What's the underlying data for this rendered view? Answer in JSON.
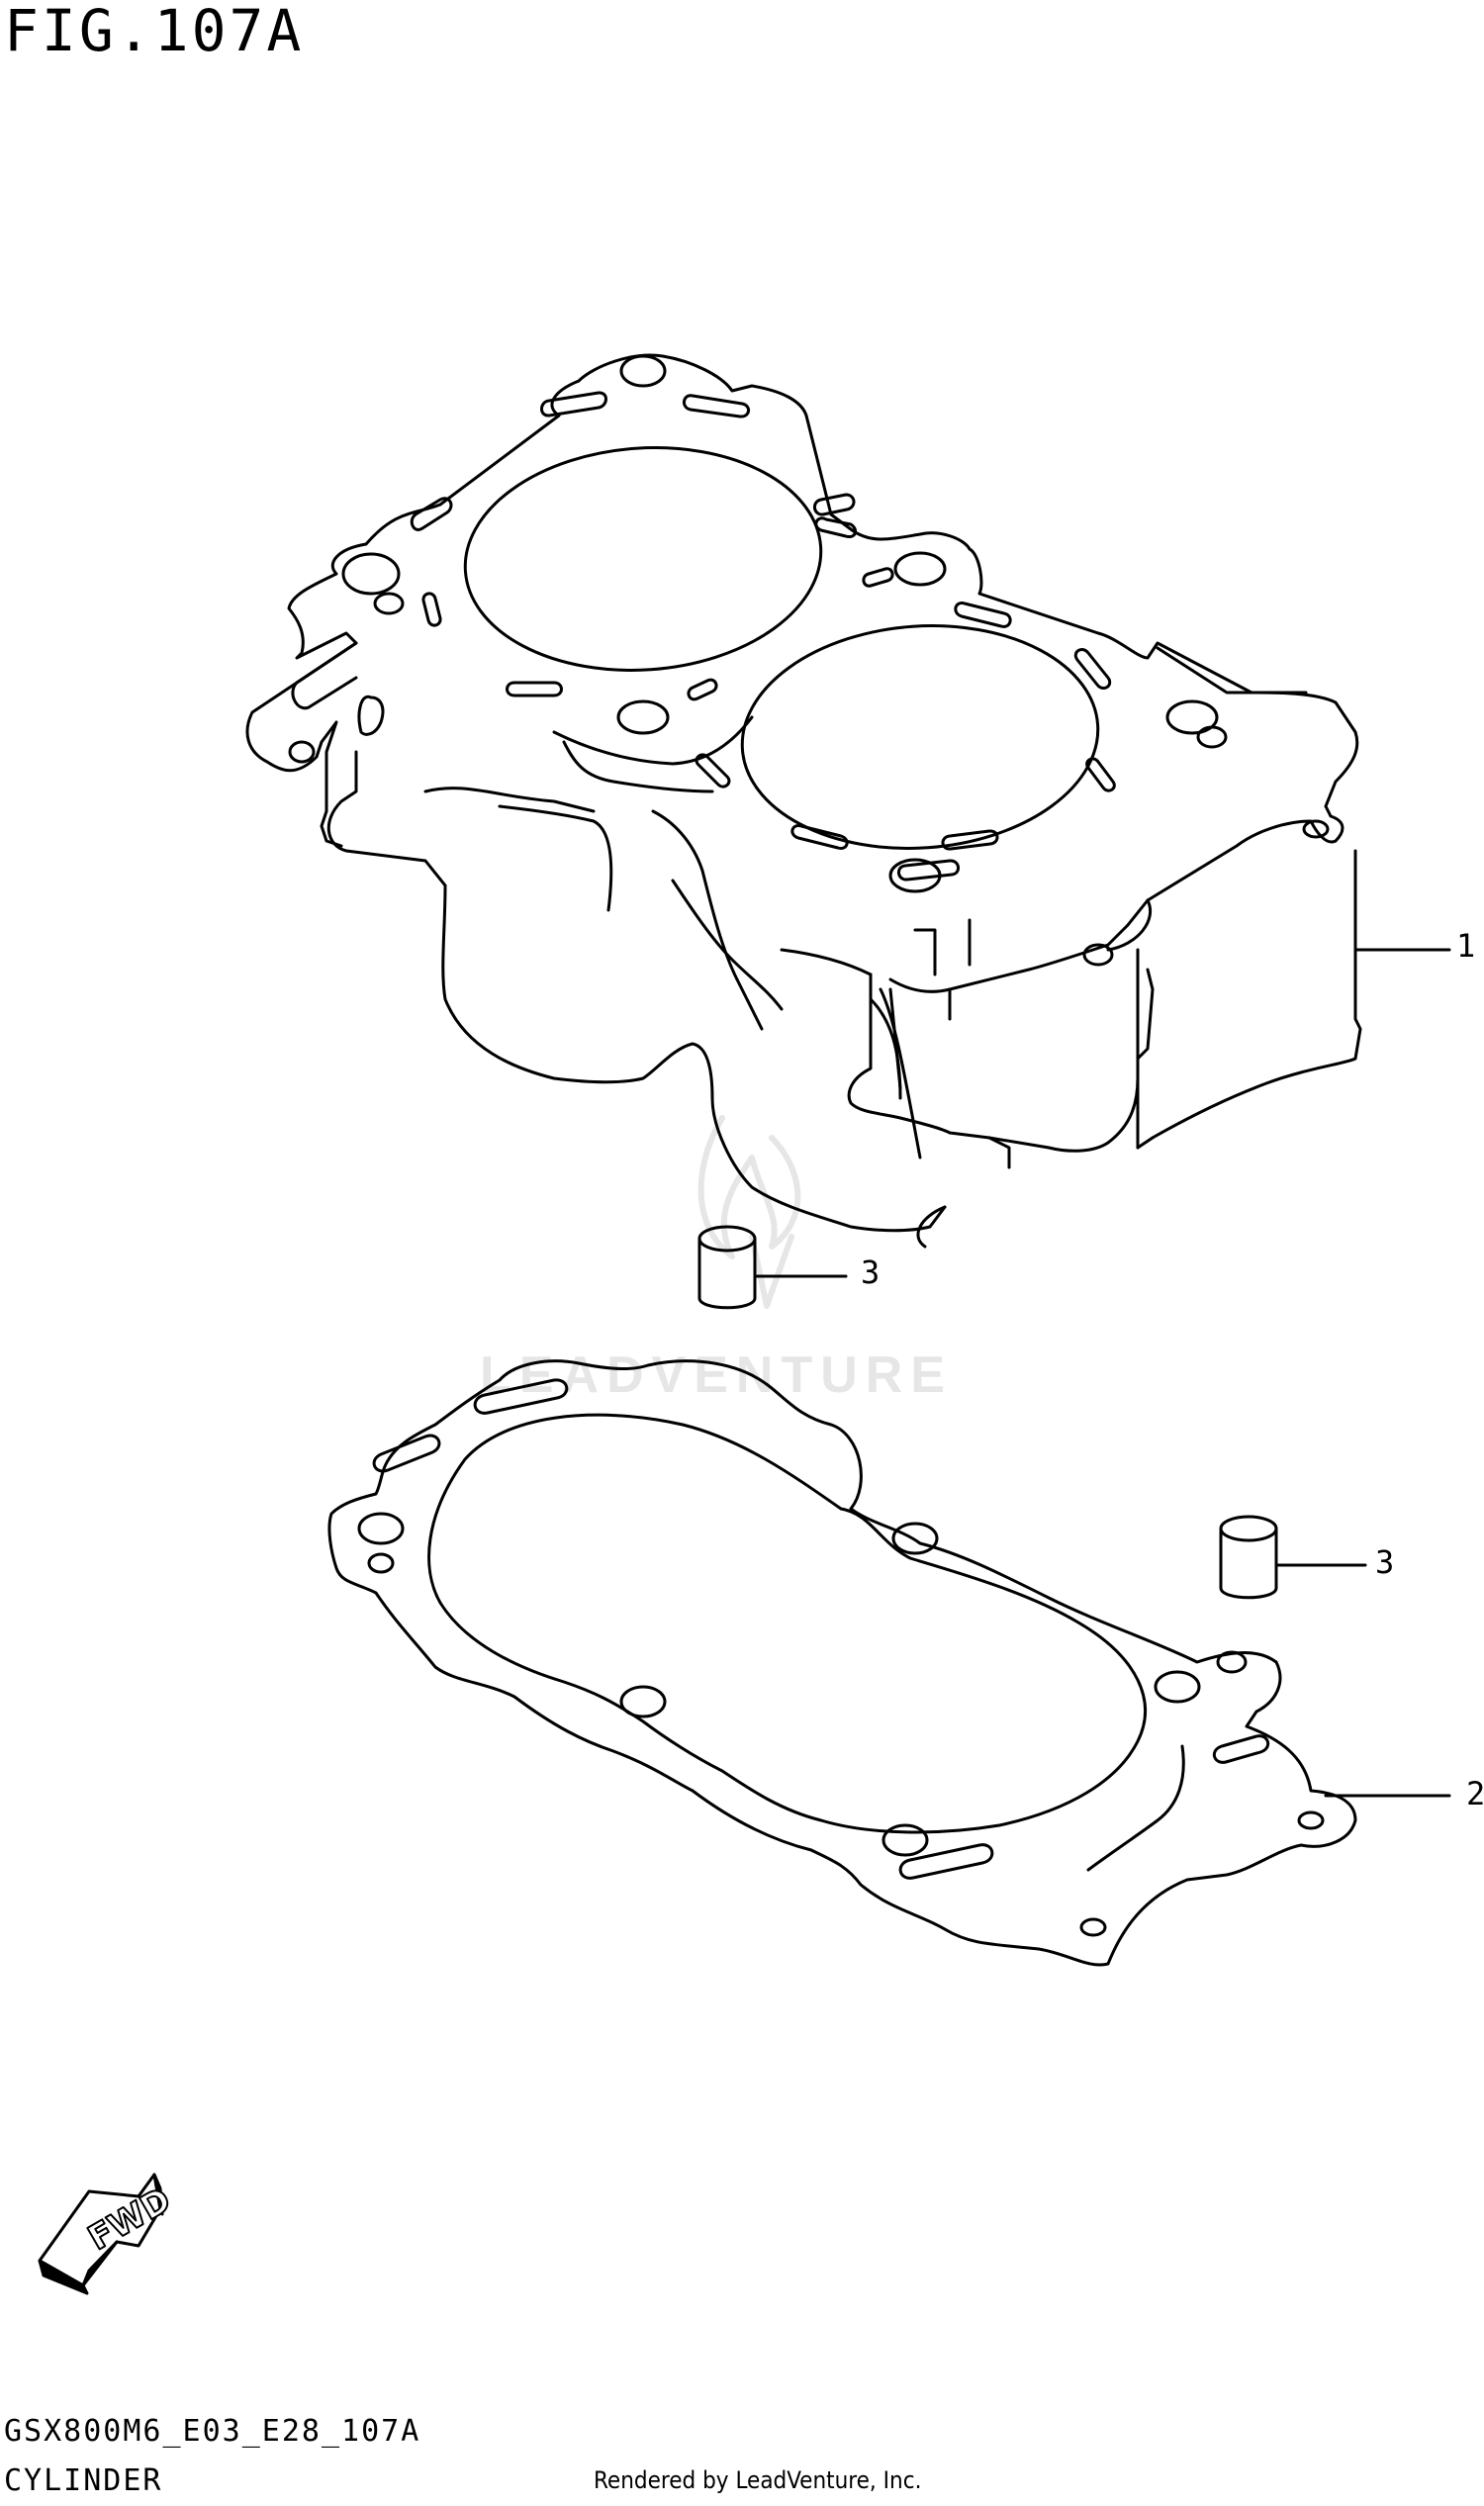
{
  "figure": {
    "title": "FIG.107A"
  },
  "callouts": [
    {
      "number": "1",
      "part": "cylinder"
    },
    {
      "number": "2",
      "part": "cylinder-base-gasket"
    },
    {
      "number": "3",
      "part": "dowel-pin"
    },
    {
      "number": "3",
      "part": "dowel-pin"
    }
  ],
  "fwd_indicator": {
    "label": "FWD",
    "icon": "fwd-arrow-icon"
  },
  "watermark": {
    "text": "LEADVENTURE",
    "icon": "leadventure-logo-icon",
    "color": "#e6e6e6"
  },
  "footer": {
    "code": "GSX800M6_E03_E28_107A",
    "name": "CYLINDER",
    "render_credit": "Rendered by LeadVenture, Inc."
  }
}
